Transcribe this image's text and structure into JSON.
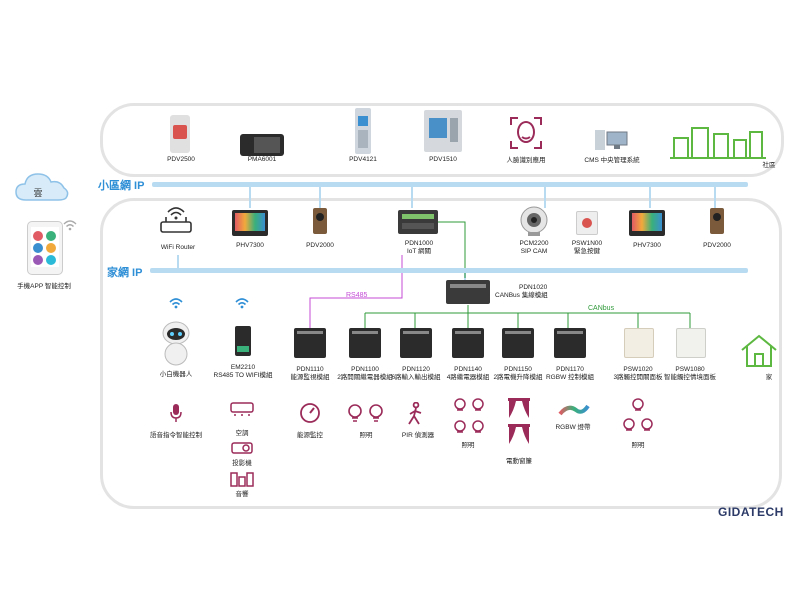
{
  "networks": {
    "community_ip": "小區網 IP",
    "home_ip": "家網 IP",
    "rs485": "RS485",
    "canbus": "CANbus"
  },
  "community_devices": [
    {
      "model": "PDV2500"
    },
    {
      "model": "PMA6001"
    },
    {
      "model": "PDV4121"
    },
    {
      "model": "PDV1510"
    },
    {
      "model": "人臉識別應用"
    },
    {
      "model": "CMS 中央管理系統"
    }
  ],
  "community_label": "社區",
  "cloud": {
    "label": "雲"
  },
  "phone": {
    "label": "手機APP 智能控制"
  },
  "home_devices": [
    {
      "model": "WiFi Router"
    },
    {
      "model": "PHV7300"
    },
    {
      "model": "PDV2000"
    },
    {
      "model": "PDN1000",
      "desc": "IoT 網關"
    },
    {
      "model": "PCM2200",
      "desc": "SIP CAM"
    },
    {
      "model": "PSW1N00",
      "desc": "緊急按鍵"
    },
    {
      "model": "PHV7300"
    },
    {
      "model": "PDV2000"
    }
  ],
  "canbus_module": {
    "model": "PDN1020",
    "desc": "CANBus 集線模組"
  },
  "robot": {
    "label": "小白機器人"
  },
  "em2210": {
    "model": "EM2210",
    "desc": "RS485 TO WIFI模組"
  },
  "modules": [
    {
      "model": "PDN1110",
      "desc": "能源監視模組"
    },
    {
      "model": "PDN1100",
      "desc": "2路開關繼電器模組"
    },
    {
      "model": "PDN1120",
      "desc": "6路輸入輸出模組"
    },
    {
      "model": "PDN1140",
      "desc": "4路繼電器模組"
    },
    {
      "model": "PDN1150",
      "desc": "2路電機升降模組"
    },
    {
      "model": "PDN1170",
      "desc": "RGBW 控制模組"
    },
    {
      "model": "PSW1020",
      "desc": "3路觸控開關面板"
    },
    {
      "model": "PSW1080",
      "desc": "智能觸控情境面板"
    }
  ],
  "home_label": "家",
  "endpoints": {
    "voice": "語音指令智能控制",
    "ac": "空調",
    "projector": "投影機",
    "audio": "音響",
    "energy": "能源監控",
    "lighting1": "照明",
    "pir": "PIR 偵測器",
    "lighting2": "照明",
    "curtain": "電動窗簾",
    "rgbw": "RGBW 燈帶",
    "lighting3": "照明"
  },
  "brand": "GIDATECH",
  "colors": {
    "accent_blue": "#2f8fd6",
    "bus_blue": "#b9dbf2",
    "rs485": "#c44bd6",
    "canbus": "#2f9a3a",
    "endpoint": "#9b2c5a",
    "city": "#5cb840"
  }
}
